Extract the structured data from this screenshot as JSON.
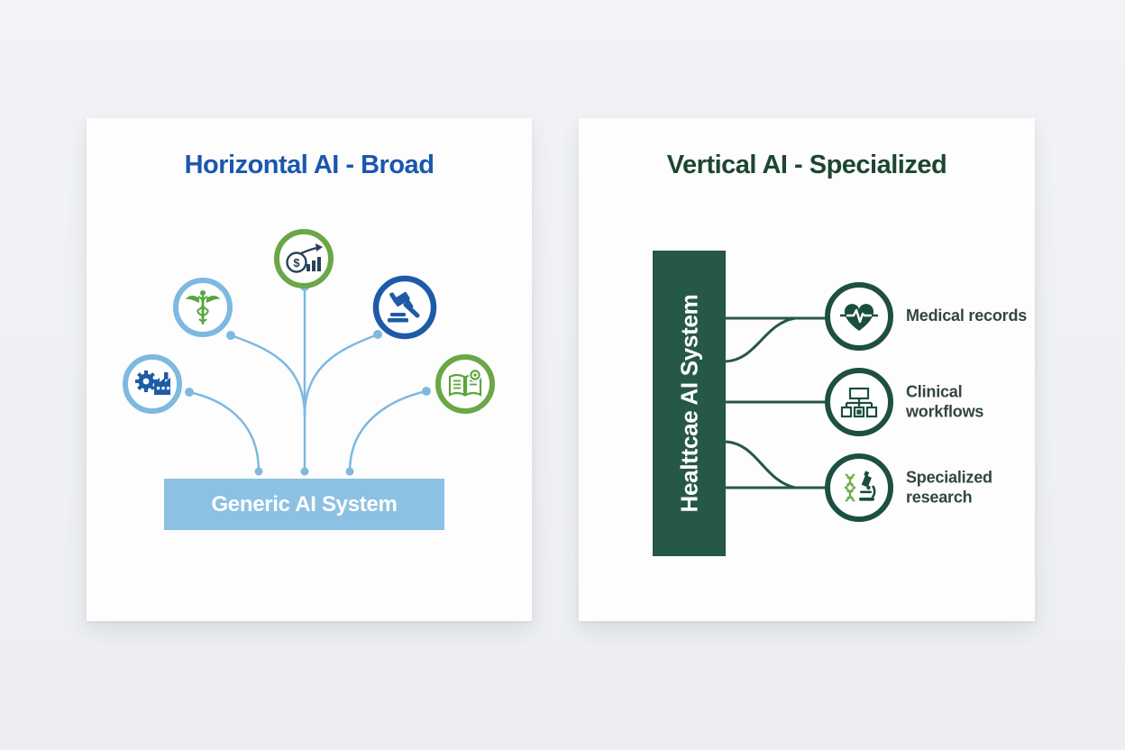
{
  "background_color": "#eef0f3",
  "left_card": {
    "title": "Horizontal AI - Broad",
    "title_color": "#1a57ad",
    "center_box": {
      "label": "Generic AI System",
      "fill": "#8cc1e3",
      "text_color": "#ffffff"
    },
    "finance_symbol": "$",
    "connector_color": "#7db9e0",
    "domains": [
      {
        "icon": "finance-chart-icon",
        "ring_color": "#6aa747",
        "icon_color": "#27415a"
      },
      {
        "icon": "caduceus-icon",
        "ring_color": "#7db9e0",
        "icon_color": "#55a63c"
      },
      {
        "icon": "gavel-icon",
        "ring_color": "#1e5aa8",
        "icon_color": "#1e5aa8"
      },
      {
        "icon": "gear-factory-icon",
        "ring_color": "#7db9e0",
        "icon_color": "#1f5ca6"
      },
      {
        "icon": "open-book-icon",
        "ring_color": "#6aa747",
        "icon_color": "#5aa63c"
      }
    ]
  },
  "right_card": {
    "title": "Vertical AI - Specialized",
    "title_color": "#1d4632",
    "system_bar": {
      "label": "Healttcae AI System",
      "fill": "#265847",
      "text_color": "#ffffff"
    },
    "ring_color": "#1d5040",
    "connector_color": "#265847",
    "label_color": "#344540",
    "items": [
      {
        "label": "Medical records",
        "icon": "heart-pulse-icon"
      },
      {
        "label": "Clinical workflows",
        "icon": "workflow-hierarchy-icon"
      },
      {
        "label": "Specialized research",
        "icon": "dna-microscope-icon"
      }
    ]
  }
}
